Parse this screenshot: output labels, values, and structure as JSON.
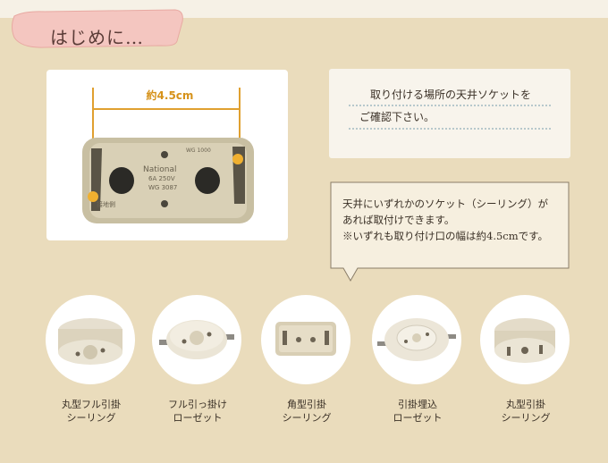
{
  "header": {
    "title": "はじめに…"
  },
  "photo": {
    "dimension_label": "約4.5cm",
    "socket_text_brand": "National",
    "socket_text_rating": "6A 250V",
    "socket_text_model": "WG 3087",
    "socket_text_corner": "WG 1000",
    "socket_text_side": "接地側"
  },
  "note": {
    "line1": "取り付ける場所の天井ソケットを",
    "line2": "ご確認下さい。"
  },
  "bubble": {
    "line1": "天井にいずれかのソケット（シーリング）が",
    "line2": "あれば取付けできます。",
    "line3": "※いずれも取り付け口の幅は約4.5cmです。"
  },
  "sockets": [
    {
      "line1": "丸型フル引掛",
      "line2": "シーリング",
      "icon": "round-full-ceiling-socket-icon"
    },
    {
      "line1": "フル引っ掛け",
      "line2": "ローゼット",
      "icon": "full-hook-rosette-icon"
    },
    {
      "line1": "角型引掛",
      "line2": "シーリング",
      "icon": "square-ceiling-socket-icon"
    },
    {
      "line1": "引掛埋込",
      "line2": "ローゼット",
      "icon": "flush-hook-rosette-icon"
    },
    {
      "line1": "丸型引掛",
      "line2": "シーリング",
      "icon": "round-ceiling-socket-icon"
    }
  ],
  "colors": {
    "background": "#eadcbc",
    "tag": "#f4c6c0",
    "dimension": "#d6921a",
    "socket_body": "#d9d0b6"
  }
}
